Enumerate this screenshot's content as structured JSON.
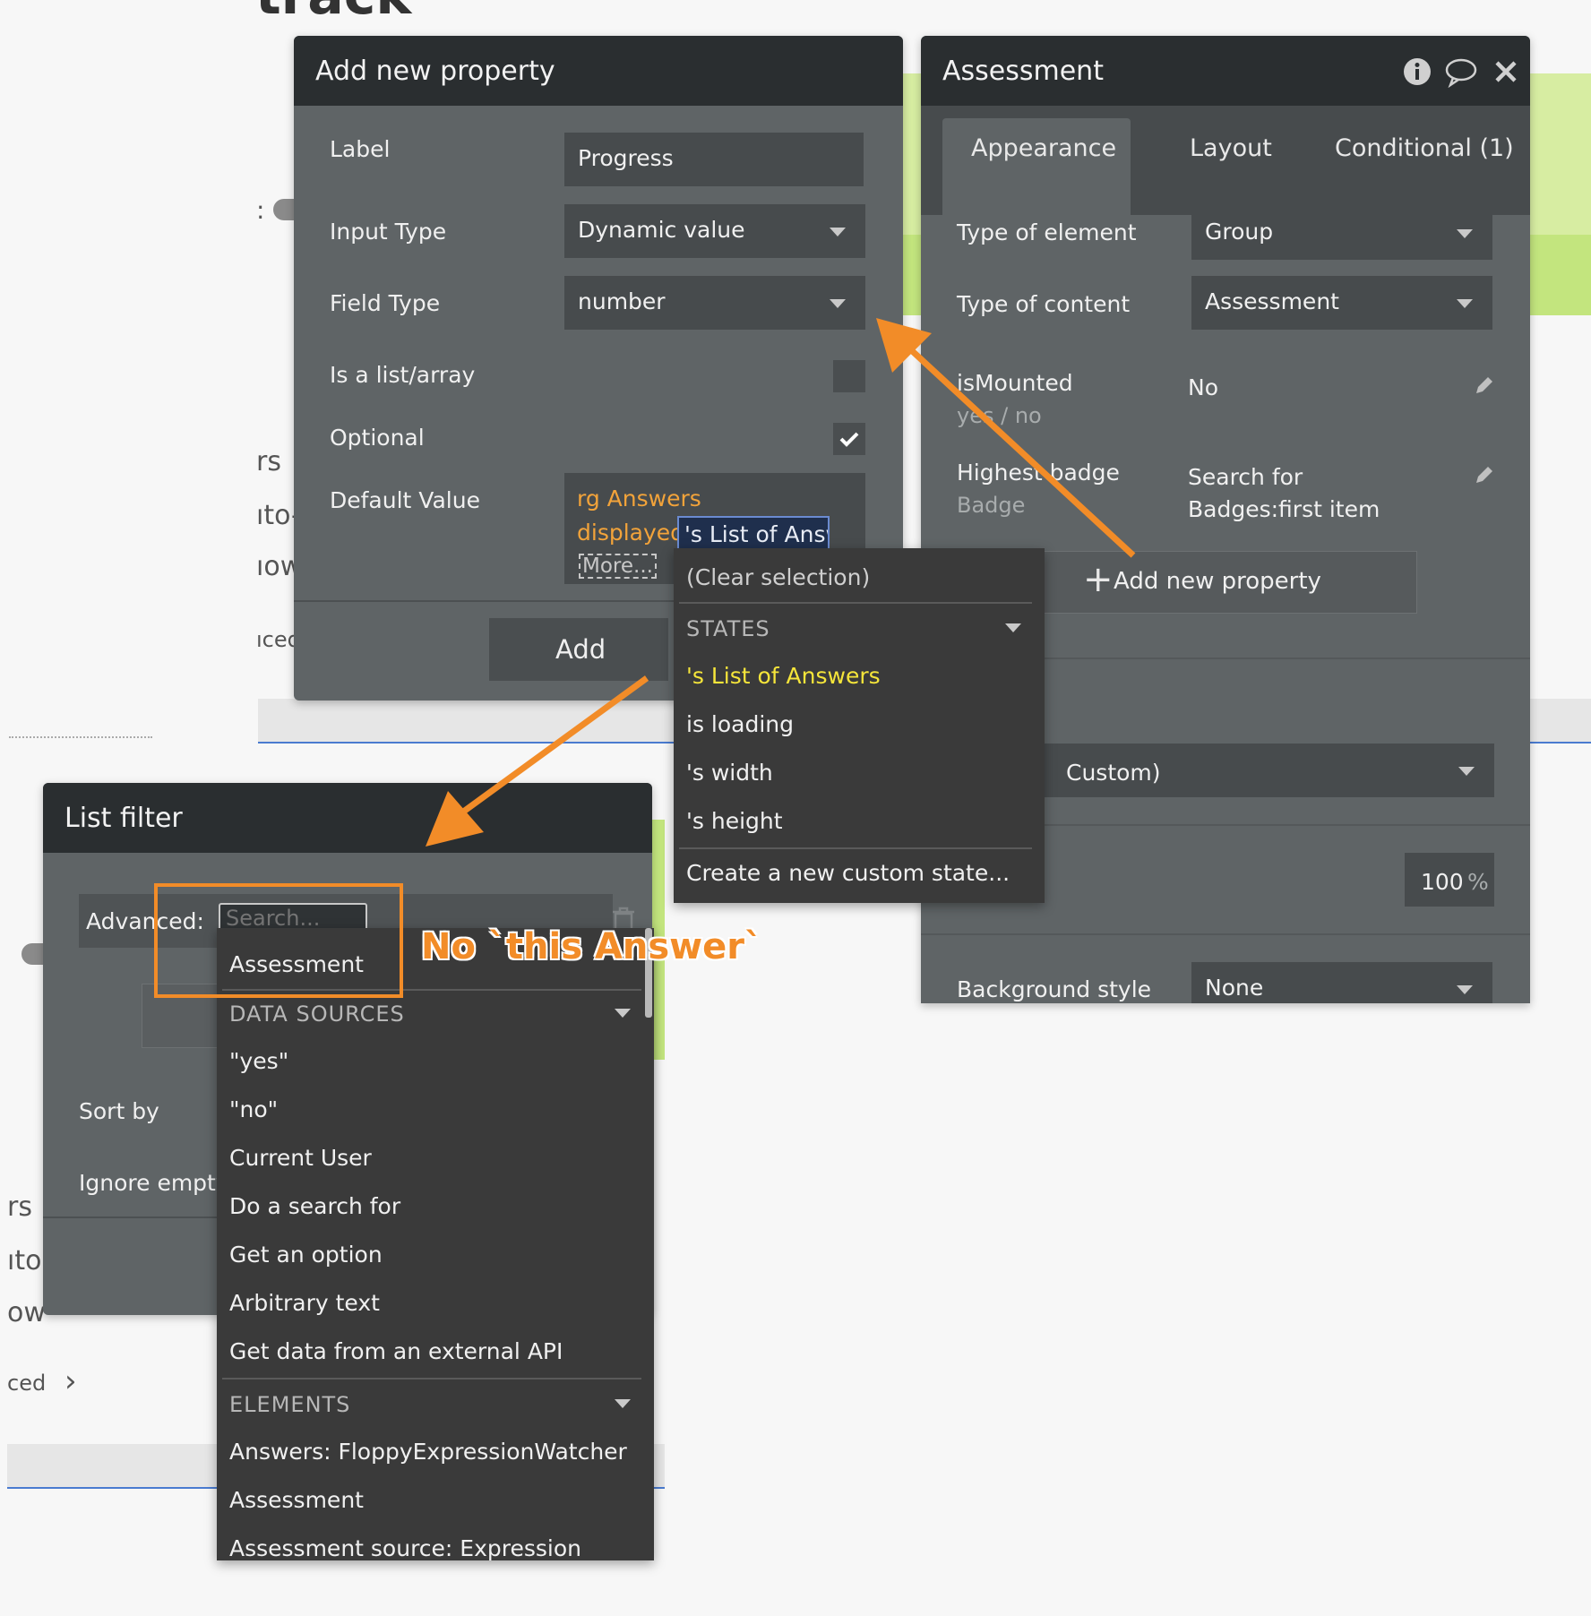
{
  "background": {
    "top_heading": "track",
    "frag_rs": "rs",
    "frag_uto": "ıto-",
    "frag_ow": "ıow",
    "frag_iced": "ıced",
    "frag_colon": ":",
    "frag_rs2": "rs",
    "frag_uto2": "ıto-",
    "frag_ow2": "ow",
    "frag_ced2": "ced",
    "frag_chevron": "›"
  },
  "add_property": {
    "title": "Add new property",
    "label_label": "Label",
    "label_value": "Progress",
    "input_type_label": "Input Type",
    "input_type_value": "Dynamic value",
    "field_type_label": "Field Type",
    "field_type_value": "number",
    "is_list_label": "Is a list/array",
    "optional_label": "Optional",
    "default_value_label": "Default Value",
    "default_line1": "rg Answers",
    "default_line2_prefix": "displayed",
    "default_line2_selected": "'s List of Answ",
    "more_link": "More...",
    "add_button": "Add"
  },
  "states_menu": {
    "clear": "(Clear selection)",
    "section": "STATES",
    "items": [
      "'s List of Answers",
      "is loading",
      "'s width",
      "'s height"
    ],
    "create": "Create a new custom state..."
  },
  "assessment": {
    "title": "Assessment",
    "tabs": [
      "Appearance",
      "Layout",
      "Conditional (1)"
    ],
    "type_element_label": "Type of element",
    "type_element_value": "Group",
    "type_content_label": "Type of content",
    "type_content_value": "Assessment",
    "ismounted_label": "isMounted",
    "ismounted_sub": "yes / no",
    "ismounted_value": "No",
    "highest_label": "Highest badge",
    "highest_sub": "Badge",
    "highest_value_1": "Search for",
    "highest_value_2": "Badges:first item",
    "add_property_button": "Add new property",
    "custom_dropdown": "Custom)",
    "percent_value": "100",
    "percent_unit": "%",
    "bg_style_label": "Background style",
    "bg_style_value": "None"
  },
  "list_filter": {
    "title": "List filter",
    "advanced_label": "Advanced:",
    "search_placeholder": "Search...",
    "sort_by_label": "Sort by",
    "ignore_empty_label": "Ignore empty"
  },
  "sources_menu": {
    "top_item": "Assessment",
    "data_sources_section": "DATA SOURCES",
    "data_sources": [
      "\"yes\"",
      "\"no\"",
      "Current User",
      "Do a search for",
      "Get an option",
      "Arbitrary text",
      "Get data from an external API"
    ],
    "elements_section": "ELEMENTS",
    "elements": [
      "Answers: FloppyExpressionWatcher",
      "Assessment",
      "Assessment source: Expression Watcher"
    ]
  },
  "annotation": {
    "text": "No `this Answer`",
    "color": "#f28c28"
  }
}
